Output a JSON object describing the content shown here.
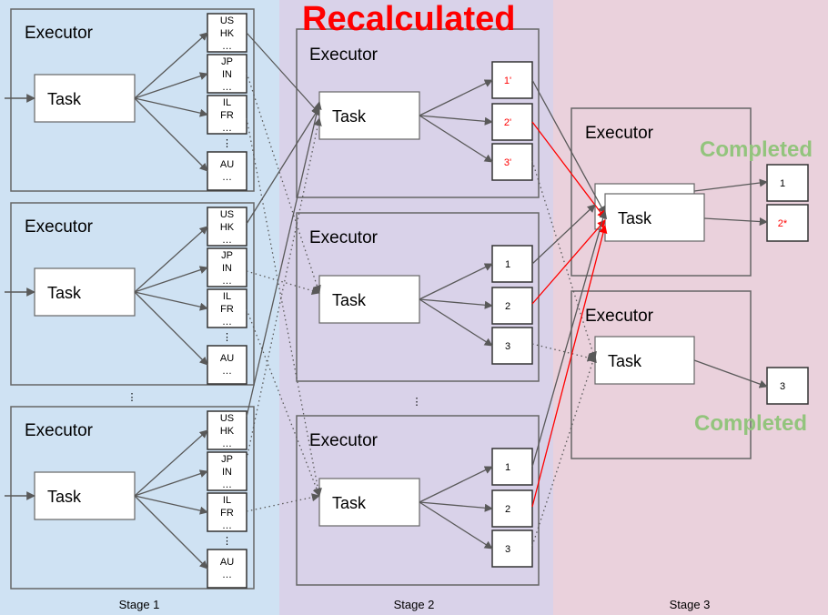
{
  "stages": [
    {
      "label": "Stage 1",
      "color": "#cfe2f3"
    },
    {
      "label": "Stage 2",
      "color": "#d9d2e9"
    },
    {
      "label": "Stage 3",
      "color": "#ead1dc"
    }
  ],
  "executor_label": "Executor",
  "task_label": "Task",
  "ellipsis": "⋮",
  "stage1_partitions": [
    [
      "US",
      "HK",
      "…"
    ],
    [
      "JP",
      "IN",
      "…"
    ],
    [
      "IL",
      "FR",
      "…"
    ],
    [
      "AU",
      "…"
    ]
  ],
  "stage2_outputs_recalculated": [
    "1'",
    "2'",
    "3'"
  ],
  "stage2_outputs": [
    "1",
    "2",
    "3"
  ],
  "stage3_outputs": [
    "1",
    "2*",
    "3"
  ],
  "annotations": {
    "recalculated": "Recalculated",
    "completed": "Completed"
  },
  "colors": {
    "recalc": "#ff0000",
    "completed": "#93c47d",
    "arrow": "#595959"
  }
}
